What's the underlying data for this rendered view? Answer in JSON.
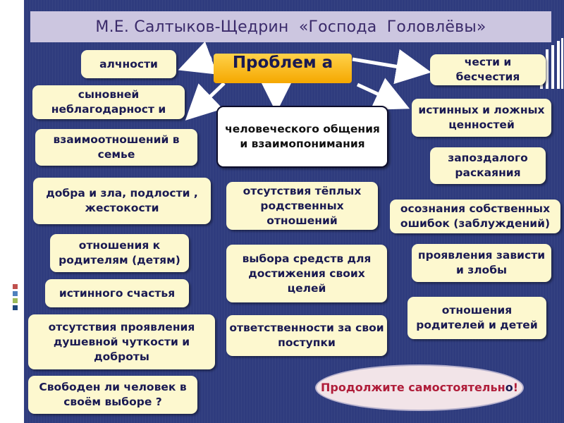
{
  "title": "М.Е. Салтыков-Щедрин  «Господа  Головлёвы»",
  "problem": "Проблем а",
  "left_boxes": [
    {
      "id": "greed",
      "text": "алчности"
    },
    {
      "id": "ingratitude",
      "text": "сыновней неблагодарност и"
    },
    {
      "id": "family",
      "text": "взаимоотношений в семье"
    },
    {
      "id": "good-evil",
      "text": "добра и зла, подлости , жестокости"
    },
    {
      "id": "parents",
      "text": "отношения к родителям (детям)"
    },
    {
      "id": "happiness",
      "text": "истинного счастья"
    },
    {
      "id": "kindness",
      "text": "отсутствия проявления душевной чуткости и доброты"
    },
    {
      "id": "free-choice",
      "text": "Свободен ли человек в своём выборе ?"
    }
  ],
  "center_boxes": [
    {
      "id": "communication",
      "text": "человеческого общения и взаимопонимания"
    },
    {
      "id": "warm-relations",
      "text": "отсутствия тёплых родственных отношений"
    },
    {
      "id": "means",
      "text": "выбора средств для достижения своих целей"
    },
    {
      "id": "responsibility",
      "text": "ответственности за свои поступки"
    }
  ],
  "right_boxes": [
    {
      "id": "honor",
      "text": "чести и бесчестия"
    },
    {
      "id": "values",
      "text": "истинных и ложных ценностей"
    },
    {
      "id": "repentance",
      "text": "запоздалого раскаяния"
    },
    {
      "id": "mistakes",
      "text": "осознания собственных ошибок (заблуждений)"
    },
    {
      "id": "envy",
      "text": "проявления зависти и злобы"
    },
    {
      "id": "parents-children",
      "text": "отношения родителей и детей"
    }
  ],
  "prompt_main": "Продолжите самостоятельн",
  "prompt_o": "о",
  "prompt_end": "!",
  "colors": {
    "background": "#2f3c7e",
    "title_bar": "#ccc6e0",
    "box": "#fdf8cf",
    "problem": "#f5b800",
    "prompt_text": "#b01d3a"
  }
}
